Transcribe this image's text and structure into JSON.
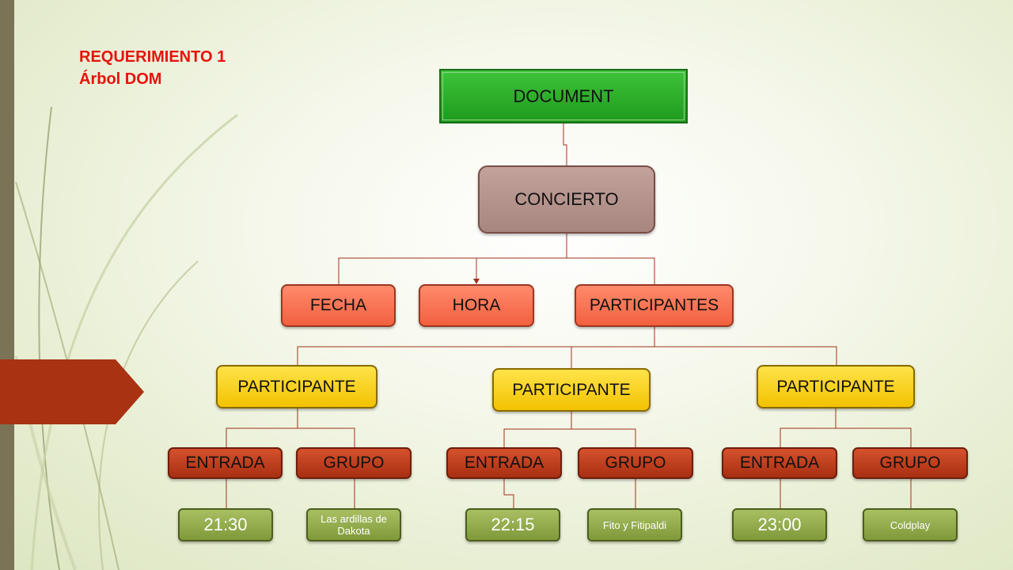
{
  "title": {
    "line1": "REQUERIMIENTO 1",
    "line2": "Árbol DOM"
  },
  "tree": {
    "root": "DOCUMENT",
    "concierto": "CONCIERTO",
    "fecha": "FECHA",
    "hora": "HORA",
    "participantes": "PARTICIPANTES",
    "participants": [
      {
        "label": "PARTICIPANTE",
        "entrada": "ENTRADA",
        "grupo": "GRUPO",
        "time": "21:30",
        "group_name": "Las ardillas de Dakota"
      },
      {
        "label": "PARTICIPANTE",
        "entrada": "ENTRADA",
        "grupo": "GRUPO",
        "time": "22:15",
        "group_name": "Fito y Fitipaldi"
      },
      {
        "label": "PARTICIPANTE",
        "entrada": "ENTRADA",
        "grupo": "GRUPO",
        "time": "23:00",
        "group_name": "Coldplay"
      }
    ]
  },
  "colors": {
    "title": "#e8120c",
    "document": "#27a824",
    "concierto": "#b8958f",
    "level2": "#f7704e",
    "participante": "#f7d21a",
    "level4": "#bf3f1e",
    "leaf": "#93ad4c",
    "connector": "#a0331b"
  }
}
